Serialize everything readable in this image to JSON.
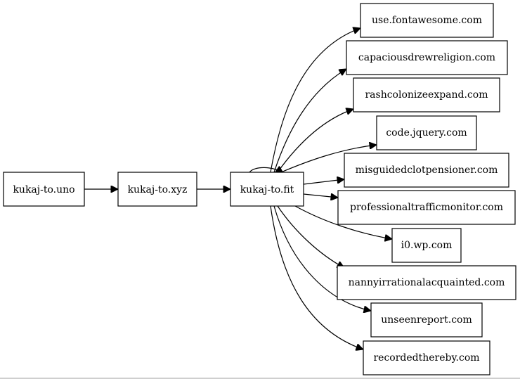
{
  "graph": {
    "nodes": {
      "uno": "kukaj-to.uno",
      "xyz": "kukaj-to.xyz",
      "fit": "kukaj-to.fit",
      "fontawesome": "use.fontawesome.com",
      "capacious": "capaciousdrewreligion.com",
      "rashcolonize": "rashcolonizeexpand.com",
      "jquery": "code.jquery.com",
      "misguided": "misguidedclotpensioner.com",
      "professional": "professionaltrafficmonitor.com",
      "wp": "i0.wp.com",
      "nanny": "nannyirrationalacquainted.com",
      "unseen": "unseenreport.com",
      "recorded": "recordedthereby.com"
    },
    "edges": [
      {
        "from": "uno",
        "to": "xyz"
      },
      {
        "from": "xyz",
        "to": "fit"
      },
      {
        "from": "fit",
        "to": "fit"
      },
      {
        "from": "fit",
        "to": "fontawesome"
      },
      {
        "from": "fit",
        "to": "capacious"
      },
      {
        "from": "fit",
        "to": "rashcolonize"
      },
      {
        "from": "fit",
        "to": "jquery"
      },
      {
        "from": "fit",
        "to": "misguided"
      },
      {
        "from": "fit",
        "to": "professional"
      },
      {
        "from": "fit",
        "to": "wp"
      },
      {
        "from": "fit",
        "to": "nanny"
      },
      {
        "from": "fit",
        "to": "unseen"
      },
      {
        "from": "fit",
        "to": "recorded"
      }
    ]
  }
}
